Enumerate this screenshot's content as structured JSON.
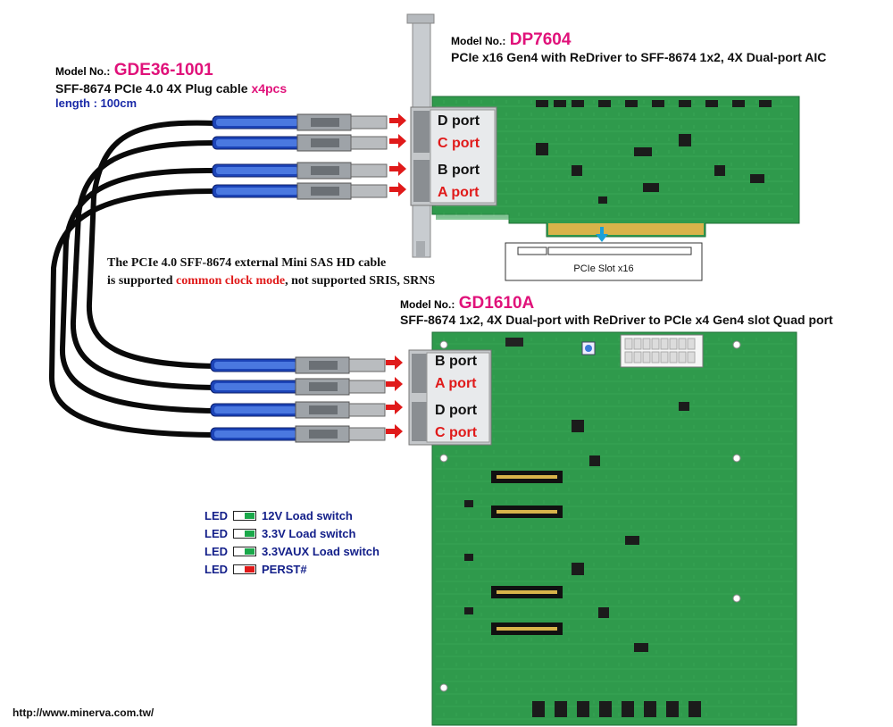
{
  "cable": {
    "model_label": "Model No.:",
    "model_no": "GDE36-1001",
    "desc_main": "SFF-8674 PCIe 4.0 4X Plug cable ",
    "desc_qty": "x4pcs",
    "length": "length : 100cm"
  },
  "aic": {
    "model_label": "Model No.:",
    "model_no": "DP7604",
    "desc": "PCIe x16 Gen4 with ReDriver to SFF-8674 1x2, 4X Dual-port AIC",
    "ports": [
      "D port",
      "C port",
      "B port",
      "A port"
    ],
    "slot_label": "PCIe Slot x16"
  },
  "note": {
    "line1": "The PCIe 4.0 SFF-8674 external Mini SAS HD cable",
    "line2_a": "is supported ",
    "line2_b": "common clock mode",
    "line2_c": ", not supported SRIS, SRNS"
  },
  "board": {
    "model_label": "Model No.:",
    "model_no": "GD1610A",
    "desc": "SFF-8674 1x2, 4X Dual-port with ReDriver to PCIe x4 Gen4 slot Quad port",
    "ports": [
      "B port",
      "A port",
      "D port",
      "C port"
    ]
  },
  "leds": [
    {
      "prefix": "LED",
      "label": "12V Load switch",
      "color": "#1aa84a"
    },
    {
      "prefix": "LED",
      "label": "3.3V Load switch",
      "color": "#1aa84a"
    },
    {
      "prefix": "LED",
      "label": "3.3VAUX Load switch",
      "color": "#1aa84a"
    },
    {
      "prefix": "LED",
      "label": "PERST#",
      "color": "#e01818"
    }
  ],
  "url": "http://www.minerva.com.tw/",
  "colors": {
    "pcb": "#2f9a4c",
    "port_black": "#111111",
    "port_red": "#e01a1a",
    "accent": "#e0127a"
  }
}
